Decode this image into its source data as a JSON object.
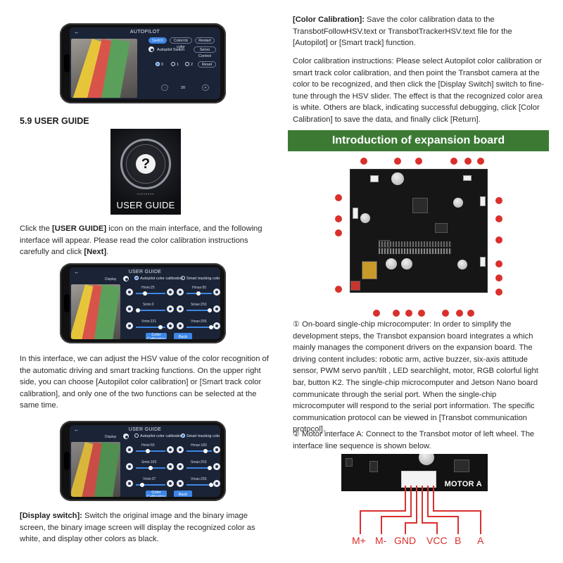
{
  "page": {
    "section_heading": "5.9 USER GUIDE",
    "user_guide_icon_text": "USER GUIDE",
    "left_para1_pre": "Click the ",
    "left_para1_bold": "[USER GUIDE]",
    "left_para1_mid": " icon on the main interface, and the following interface will appear. Please read the color calibration instructions carefully and click ",
    "left_para1_bold2": "[Next]",
    "left_para1_post": ".",
    "left_para2": "In this interface, we can adjust the HSV value of the color recognition of the automatic driving and smart tracking functions. On the upper right side, you can choose [Autopilot color calibration] or [Smart track color calibration], and only one of the two functions can be selected at the same time.",
    "left_para3_bold": "[Display switch]:",
    "left_para3": " Switch the original image and the binary image screen, the binary image screen will display the recognized color as white, and display other colors as black.",
    "right_para1_bold": "[Color Calibration]:",
    "right_para1": " Save the color calibration data to the TransbotFollowHSV.text or TransbotTrackerHSV.text file for the [Autopilot] or [Smart track] function.",
    "right_para2": "Color calibration instructions: Please select Autopilot color calibration or smart track color calibration, and then point the Transbot camera at the color to be recognized, and then click the [Display Switch] switch to fine-tune through the HSV slider. The effect is that the recognized color area is white. Others are black, indicating successful debugging, click [Color Calibration] to save the data, and finally click [Return].",
    "banner": "Introduction of expansion board",
    "right_para3": "① On-board single-chip microcomputer: In order to simplify the development steps, the Transbot expansion board integrates a which mainly manages the component drivers on the expansion board. The driving content includes: robotic arm, active buzzer, six-axis attitude sensor, PWM servo pan/tilt , LED searchlight, motor, RGB colorful light bar, button K2. The single-chip microcomputer and Jetson Nano board communicate through the serial port. When the single-chip microcomputer will respond to the serial port information. The specific communication protocol can be viewed in [Transbot communication protocol].",
    "right_para4": "② Motor interface A: Connect to the Transbot motor of left wheel. The interface line sequence is shown below."
  },
  "phone_autopilot": {
    "back": "←",
    "title": "AUTOPILOT",
    "btn_switch": "Switch",
    "btn_color": "Color/ck color",
    "btn_restart": "Restart",
    "btn_autopilot": "Autopilot Switch",
    "btn_servo": "Servo Control",
    "r0": "0",
    "r1": "1",
    "r2": "2",
    "btn_reset": "Reset",
    "minus": "-",
    "value": "20",
    "plus": "+"
  },
  "phone_guide1": {
    "back": "←",
    "title": "USER GUIDE",
    "display": "Display",
    "radio_autopilot": "Autopilot color calibration",
    "radio_smart": "Smart tracking colo",
    "hmin": "Hmin:25",
    "hmax": "Hmax:65",
    "smin": "Smin:0",
    "smax": "Smax:253",
    "vmin": "Vmin:221",
    "vmax": "Vmax:255",
    "btn_cal": "Color Calibration",
    "btn_back": "Back"
  },
  "phone_guide2": {
    "back": "←",
    "title": "USER GUIDE",
    "display": "Display",
    "radio_autopilot": "Autopilot color calibration",
    "radio_smart": "Smart tracking colo",
    "hmin": "Hmin:55",
    "hmax": "Hmax:183",
    "smin": "Smin:109",
    "smax": "Smax:253",
    "vmin": "Vmin:37",
    "vmax": "Vmax:255",
    "btn_cal": "Color Calibration",
    "btn_back": "Back"
  },
  "motor": {
    "label": "MOTOR A",
    "pins": [
      "M+",
      "M-",
      "GND",
      "VCC",
      "B",
      "A"
    ]
  },
  "colors": {
    "banner_green": "#3c7a34",
    "accent_blue": "#3d86e6",
    "callout_red": "#d9302c"
  }
}
